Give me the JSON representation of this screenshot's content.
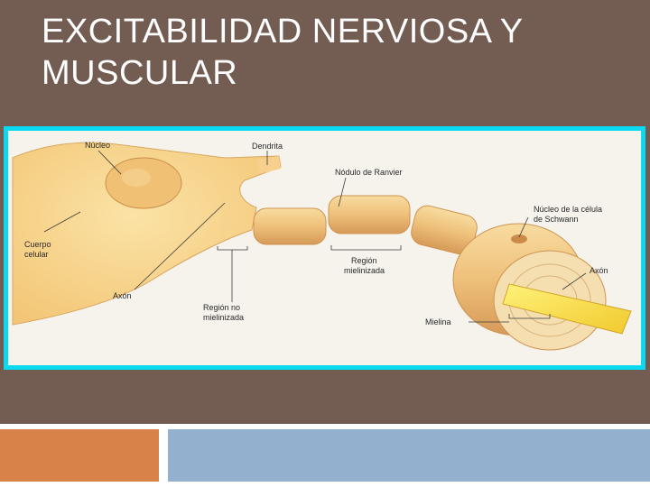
{
  "slide": {
    "title_line1": "EXCITABILIDAD NERVIOSA Y",
    "title_line2": "MUSCULAR"
  },
  "figure": {
    "labels": {
      "nucleo": "Núcleo",
      "dendrita": "Dendrita",
      "nodulo_ranvier": "Nódulo de Ranvier",
      "nucleo_schwann_1": "Núcleo de la célula",
      "nucleo_schwann_2": "de Schwann",
      "cuerpo_celular_1": "Cuerpo",
      "cuerpo_celular_2": "celular",
      "axon_left": "Axón",
      "region_mielinizada_1": "Región",
      "region_mielinizada_2": "mielinizada",
      "region_no_mielinizada_1": "Región no",
      "region_no_mielinizada_2": "mielinizada",
      "axon_right": "Axón",
      "mielina": "Mielina"
    }
  },
  "colors": {
    "background": "#735c51",
    "title_text": "#ffffff",
    "figure_border": "#0ad9f2",
    "footer_orange": "#d88148",
    "footer_blue": "#93b1cf"
  }
}
